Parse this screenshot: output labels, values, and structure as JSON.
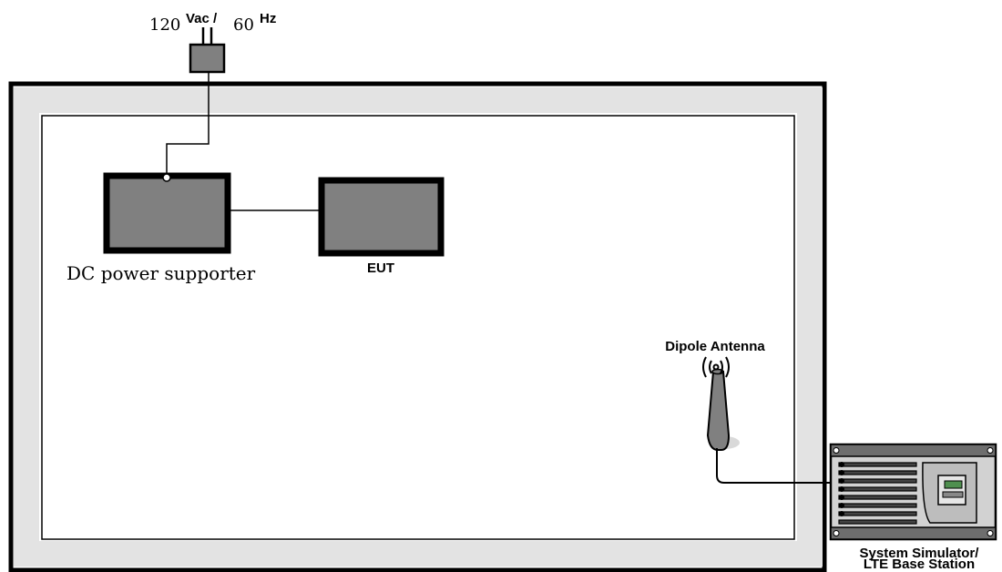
{
  "power_source": {
    "voltage_value": "120",
    "voltage_unit": "Vac /",
    "frequency_value": "60",
    "frequency_unit": "Hz"
  },
  "labels": {
    "dc_power_supporter": "DC power supporter",
    "eut": "EUT",
    "dipole_antenna": "Dipole Antenna",
    "simulator_line1": "System Simulator/",
    "simulator_line2": "LTE Base Station"
  },
  "colors": {
    "device_fill": "#808080",
    "device_border": "#000000",
    "chamber_border": "#e3e3e3",
    "line": "#000000",
    "display_green": "#4f8f4f"
  }
}
